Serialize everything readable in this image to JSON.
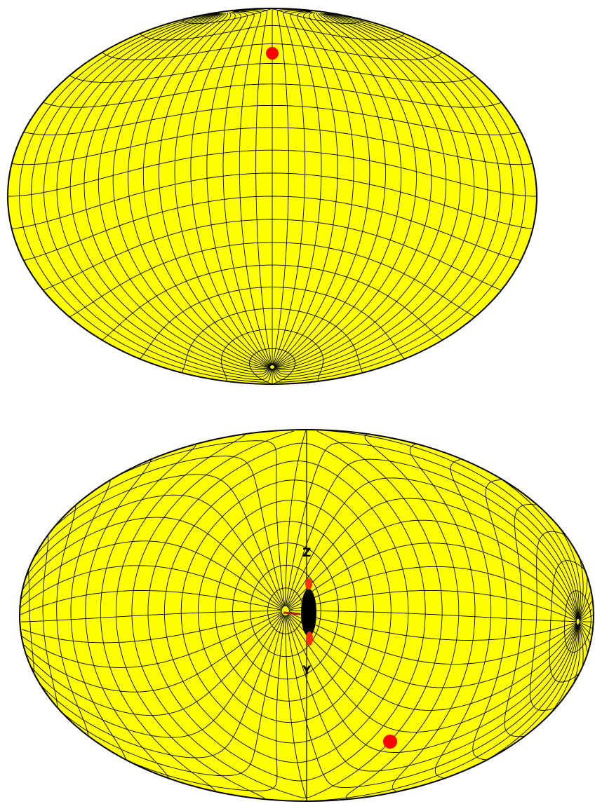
{
  "figure": {
    "background": "#ffffff",
    "ellipse_fill": "#ffff00",
    "grid_color": "#000000",
    "marker_color": "#ff0000"
  },
  "panels": [
    {
      "id": "top",
      "projection_pole": "near-top",
      "grid": {
        "meridians": 36,
        "parallels": 18
      }
    },
    {
      "id": "bottom",
      "projection_pole": "center",
      "grid": {
        "meridians": 36,
        "parallels": 18
      },
      "axis_labels": {
        "z": "Z",
        "y": "Y"
      }
    }
  ]
}
